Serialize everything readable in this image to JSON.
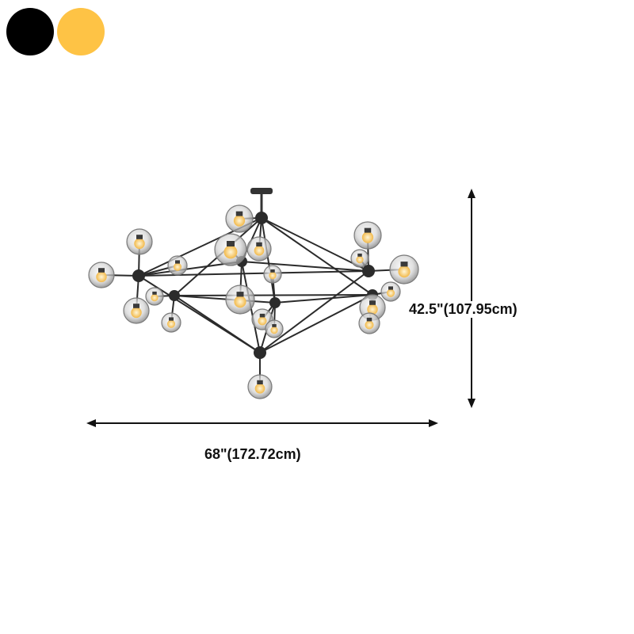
{
  "swatches": [
    {
      "name": "black",
      "color": "#000000"
    },
    {
      "name": "gold",
      "color": "#FEC345"
    }
  ],
  "dimensions": {
    "height": "42.5\"(107.95cm)",
    "width": "68\"(172.72cm)"
  },
  "colors": {
    "frame": "#2b2b2b",
    "glass": "#c9c9c9",
    "bulb": "#ffd98a",
    "arrow": "#111111"
  },
  "icons": [
    "chandelier-product-image",
    "height-arrow-icon",
    "width-arrow-icon"
  ]
}
